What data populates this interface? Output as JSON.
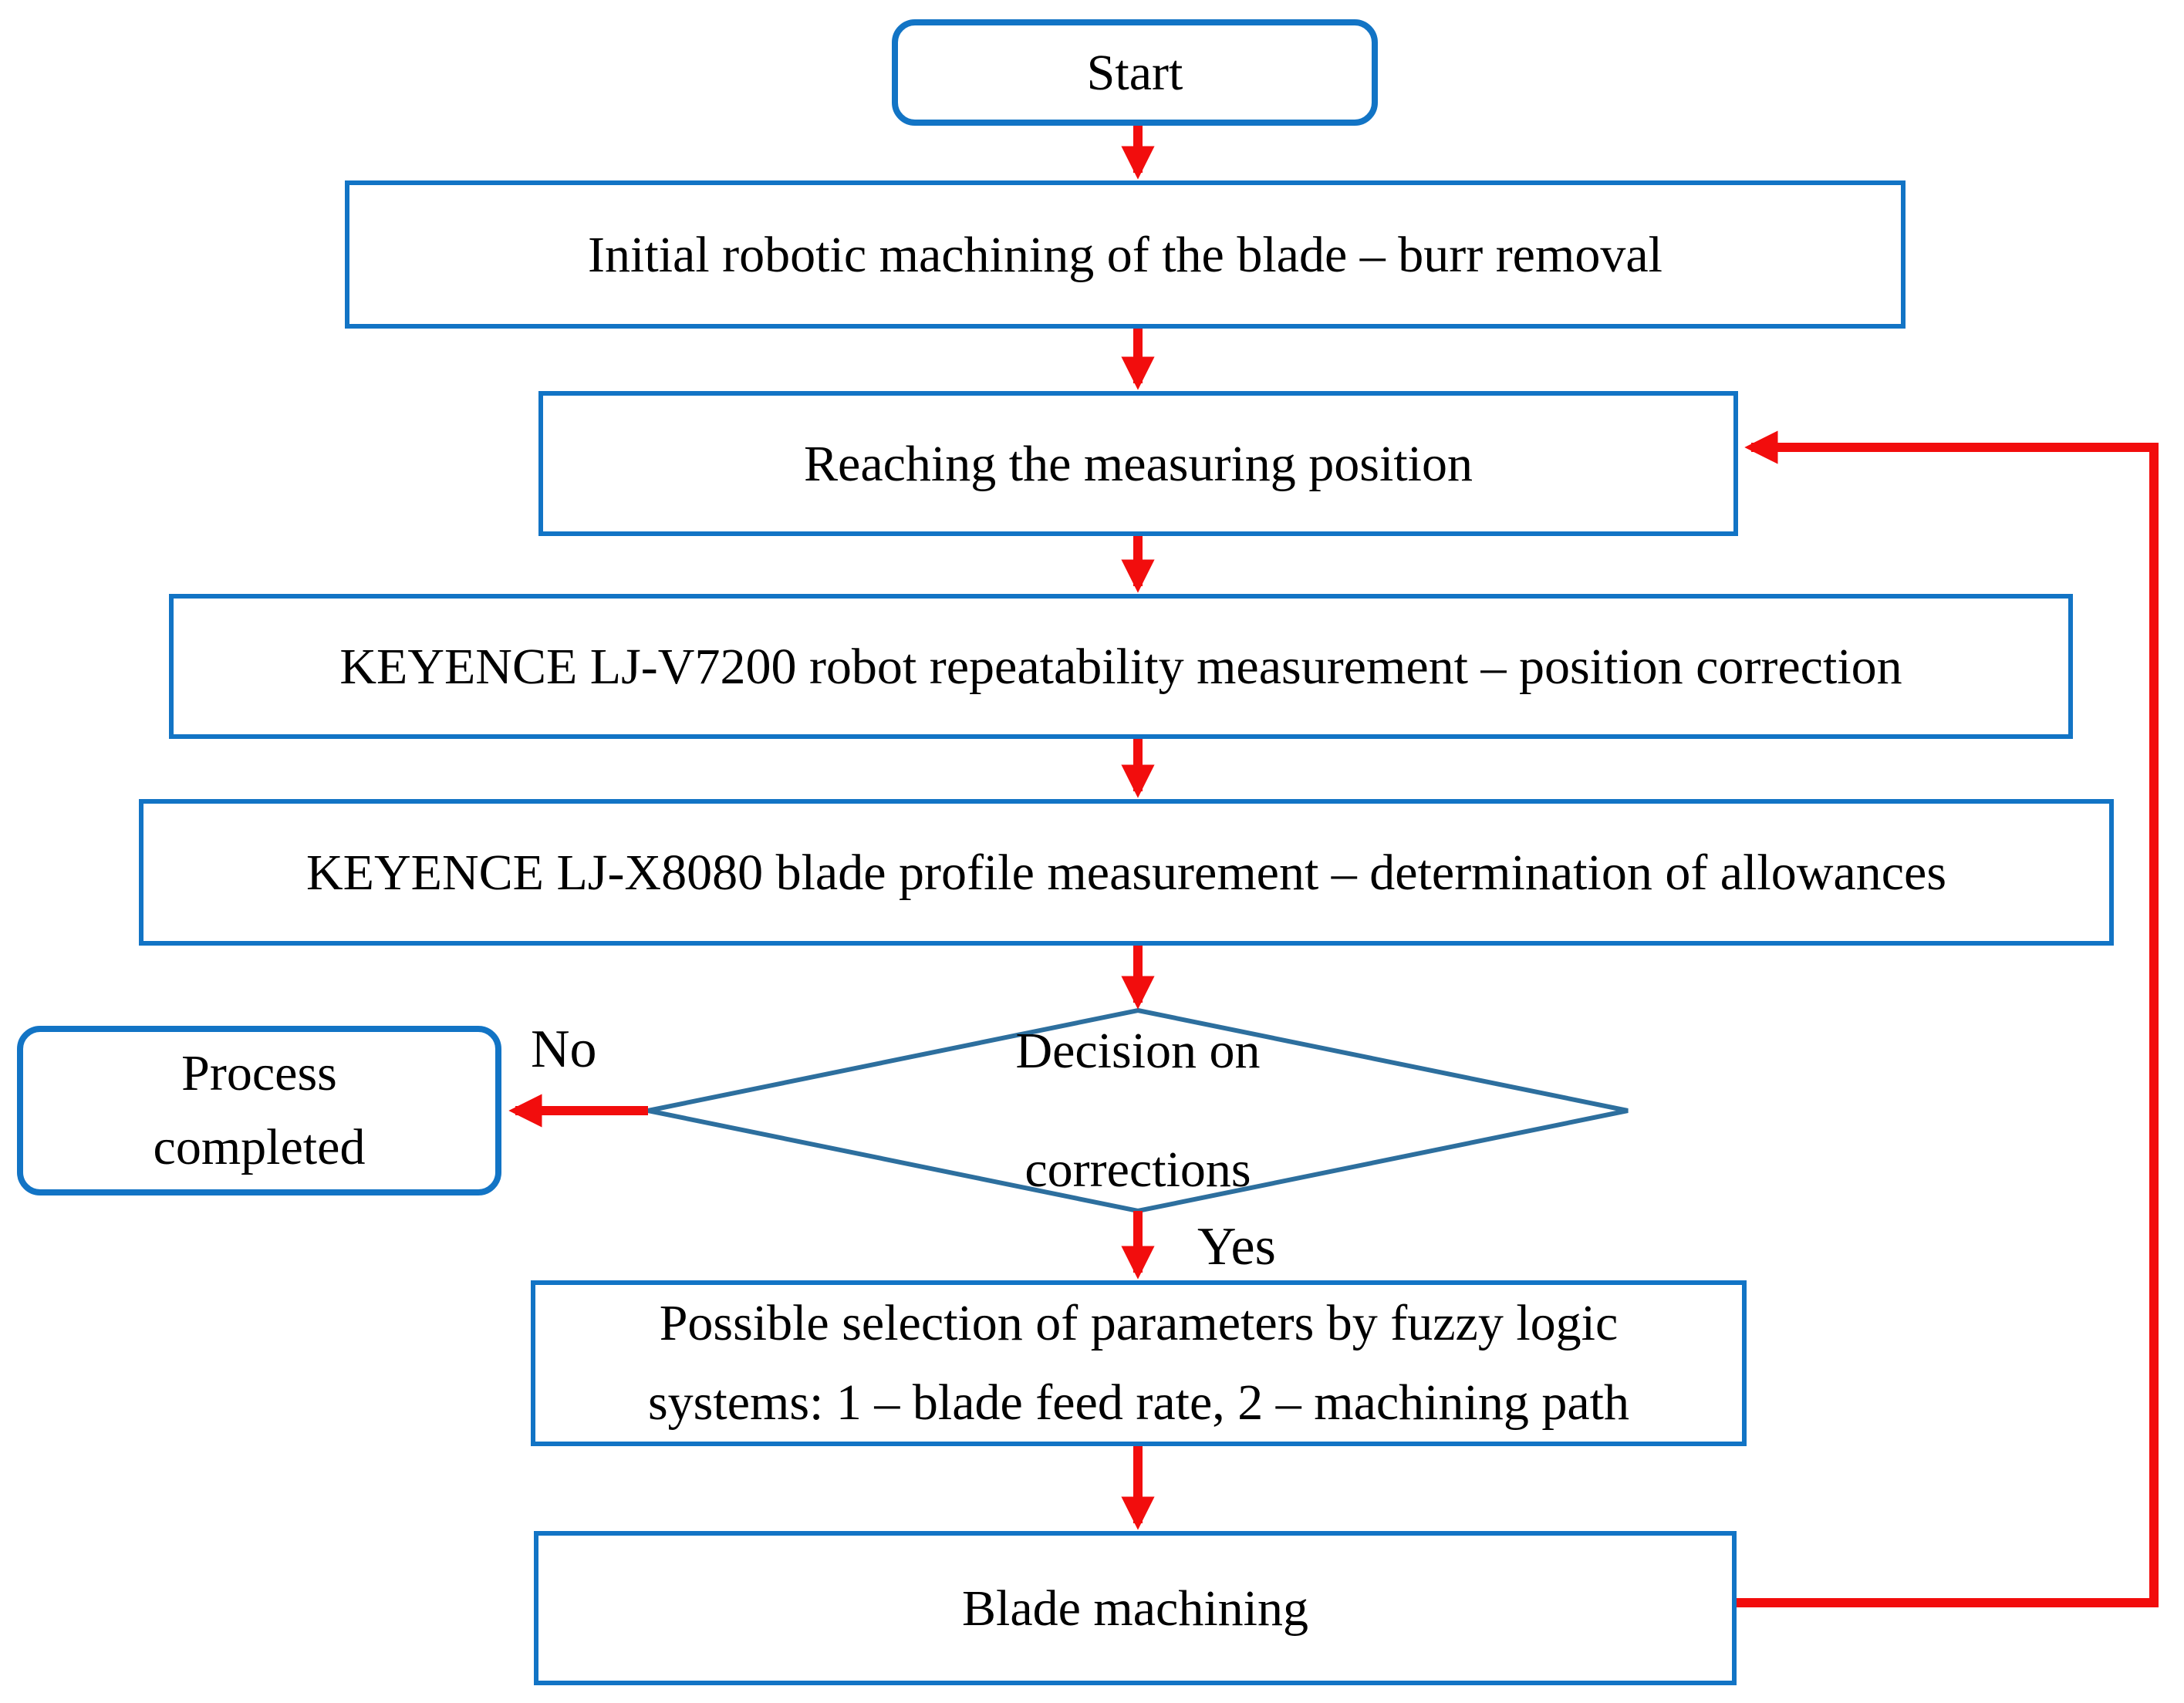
{
  "palette": {
    "box_border": "#1274c5",
    "diamond_border": "#2d6f9e",
    "arrow_red": "#f20d0d",
    "text": "#000000",
    "background": "#ffffff"
  },
  "nodes": {
    "start": {
      "label": "Start"
    },
    "initial_machining": {
      "label": "Initial robotic machining of the blade – burr removal"
    },
    "measuring_position": {
      "label": "Reaching the measuring position"
    },
    "lj_v7200": {
      "label": "KEYENCE LJ-V7200 robot repeatability measurement – position correction"
    },
    "lj_x8080": {
      "label": "KEYENCE LJ-X8080 blade profile measurement – determination of allowances"
    },
    "decision": {
      "line1": "Decision on",
      "line2": "corrections"
    },
    "process_completed": {
      "line1": "Process",
      "line2": "completed"
    },
    "fuzzy_selection": {
      "line1": "Possible selection of parameters by fuzzy logic",
      "line2": "systems: 1 – blade feed rate, 2 – machining path"
    },
    "blade_machining": {
      "label": "Blade machining"
    }
  },
  "edges": {
    "no_label": "No",
    "yes_label": "Yes"
  }
}
